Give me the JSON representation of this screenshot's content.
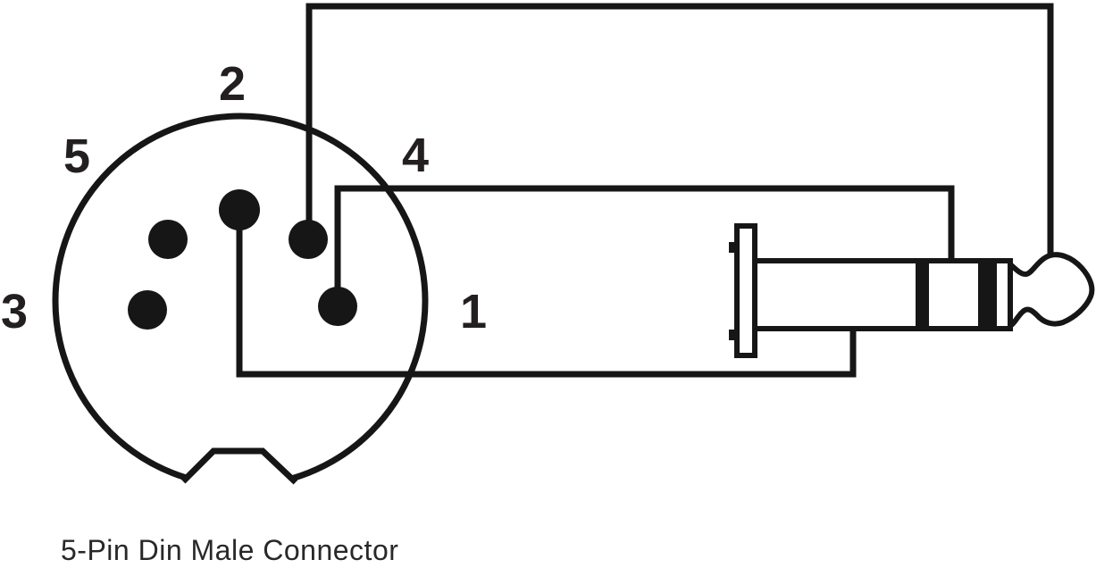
{
  "colors": {
    "background": "#ffffff",
    "line": "#161616",
    "pin_label": "#231f20",
    "caption_text": "#282828"
  },
  "din_connector": {
    "caption": "5-Pin Din Male Connector",
    "pins": {
      "pin1": {
        "label": "1"
      },
      "pin2": {
        "label": "2"
      },
      "pin3": {
        "label": "3"
      },
      "pin4": {
        "label": "4"
      },
      "pin5": {
        "label": "5"
      }
    }
  },
  "jack_plug": {
    "kind": "stereo-trs-jack-plug",
    "sections": [
      "sleeve",
      "ring",
      "tip"
    ]
  },
  "connections": [
    {
      "from": "din-pin-4",
      "to": "jack-tip"
    },
    {
      "from": "din-pin-1",
      "to": "jack-ring"
    },
    {
      "from": "din-pin-2",
      "to": "jack-sleeve"
    }
  ]
}
